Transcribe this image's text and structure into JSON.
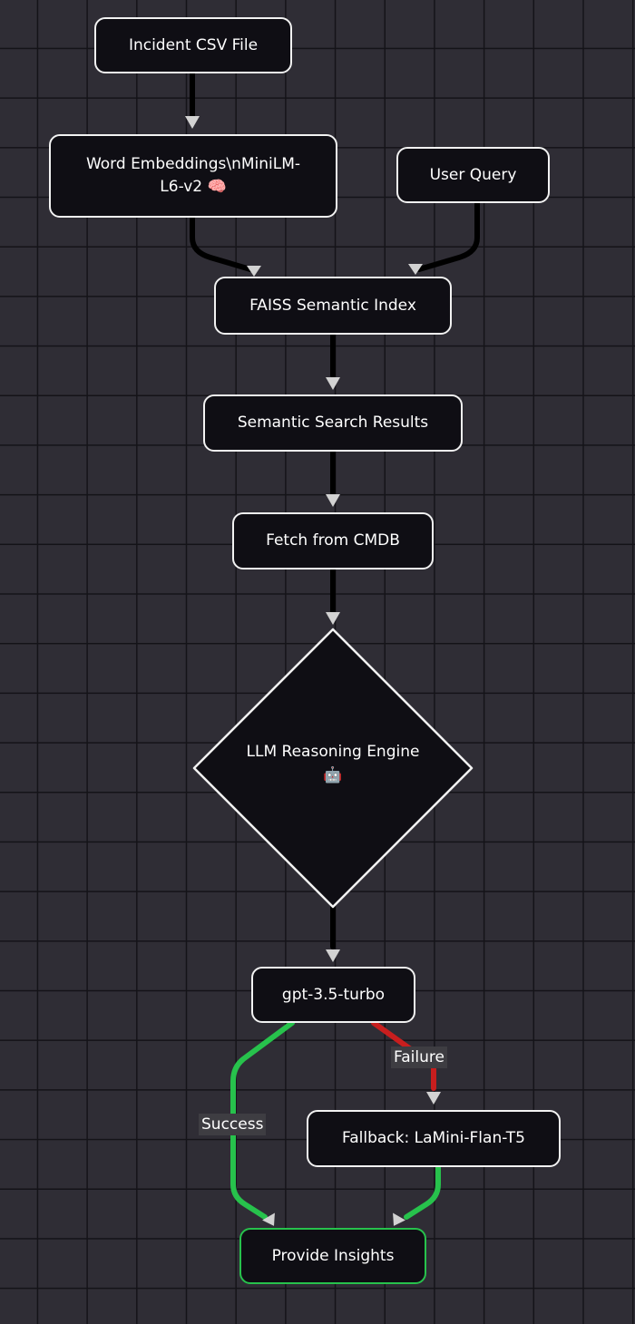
{
  "nodes": {
    "incident_csv": "Incident CSV File",
    "word_embeddings_line1": "Word Embeddings\\nMiniLM-",
    "word_embeddings_line2": "L6-v2 🧠",
    "user_query": "User Query",
    "faiss_index": "FAISS Semantic Index",
    "search_results": "Semantic Search Results",
    "fetch_cmdb": "Fetch from CMDB",
    "llm_engine_line1": "LLM Reasoning Engine",
    "llm_engine_line2": "🤖",
    "gpt": "gpt-3.5-turbo",
    "fallback": "Fallback: LaMini-Flan-T5",
    "insights": "Provide Insights"
  },
  "edges": {
    "failure_label": "Failure",
    "success_label": "Success"
  },
  "colors": {
    "background": "#2f2d35",
    "grid": "#141318",
    "node_fill": "#0f0e14",
    "node_border": "#f2f2f2",
    "arrow_head": "#d2d2d2",
    "success": "#27c24c",
    "failure": "#c81e1e"
  }
}
